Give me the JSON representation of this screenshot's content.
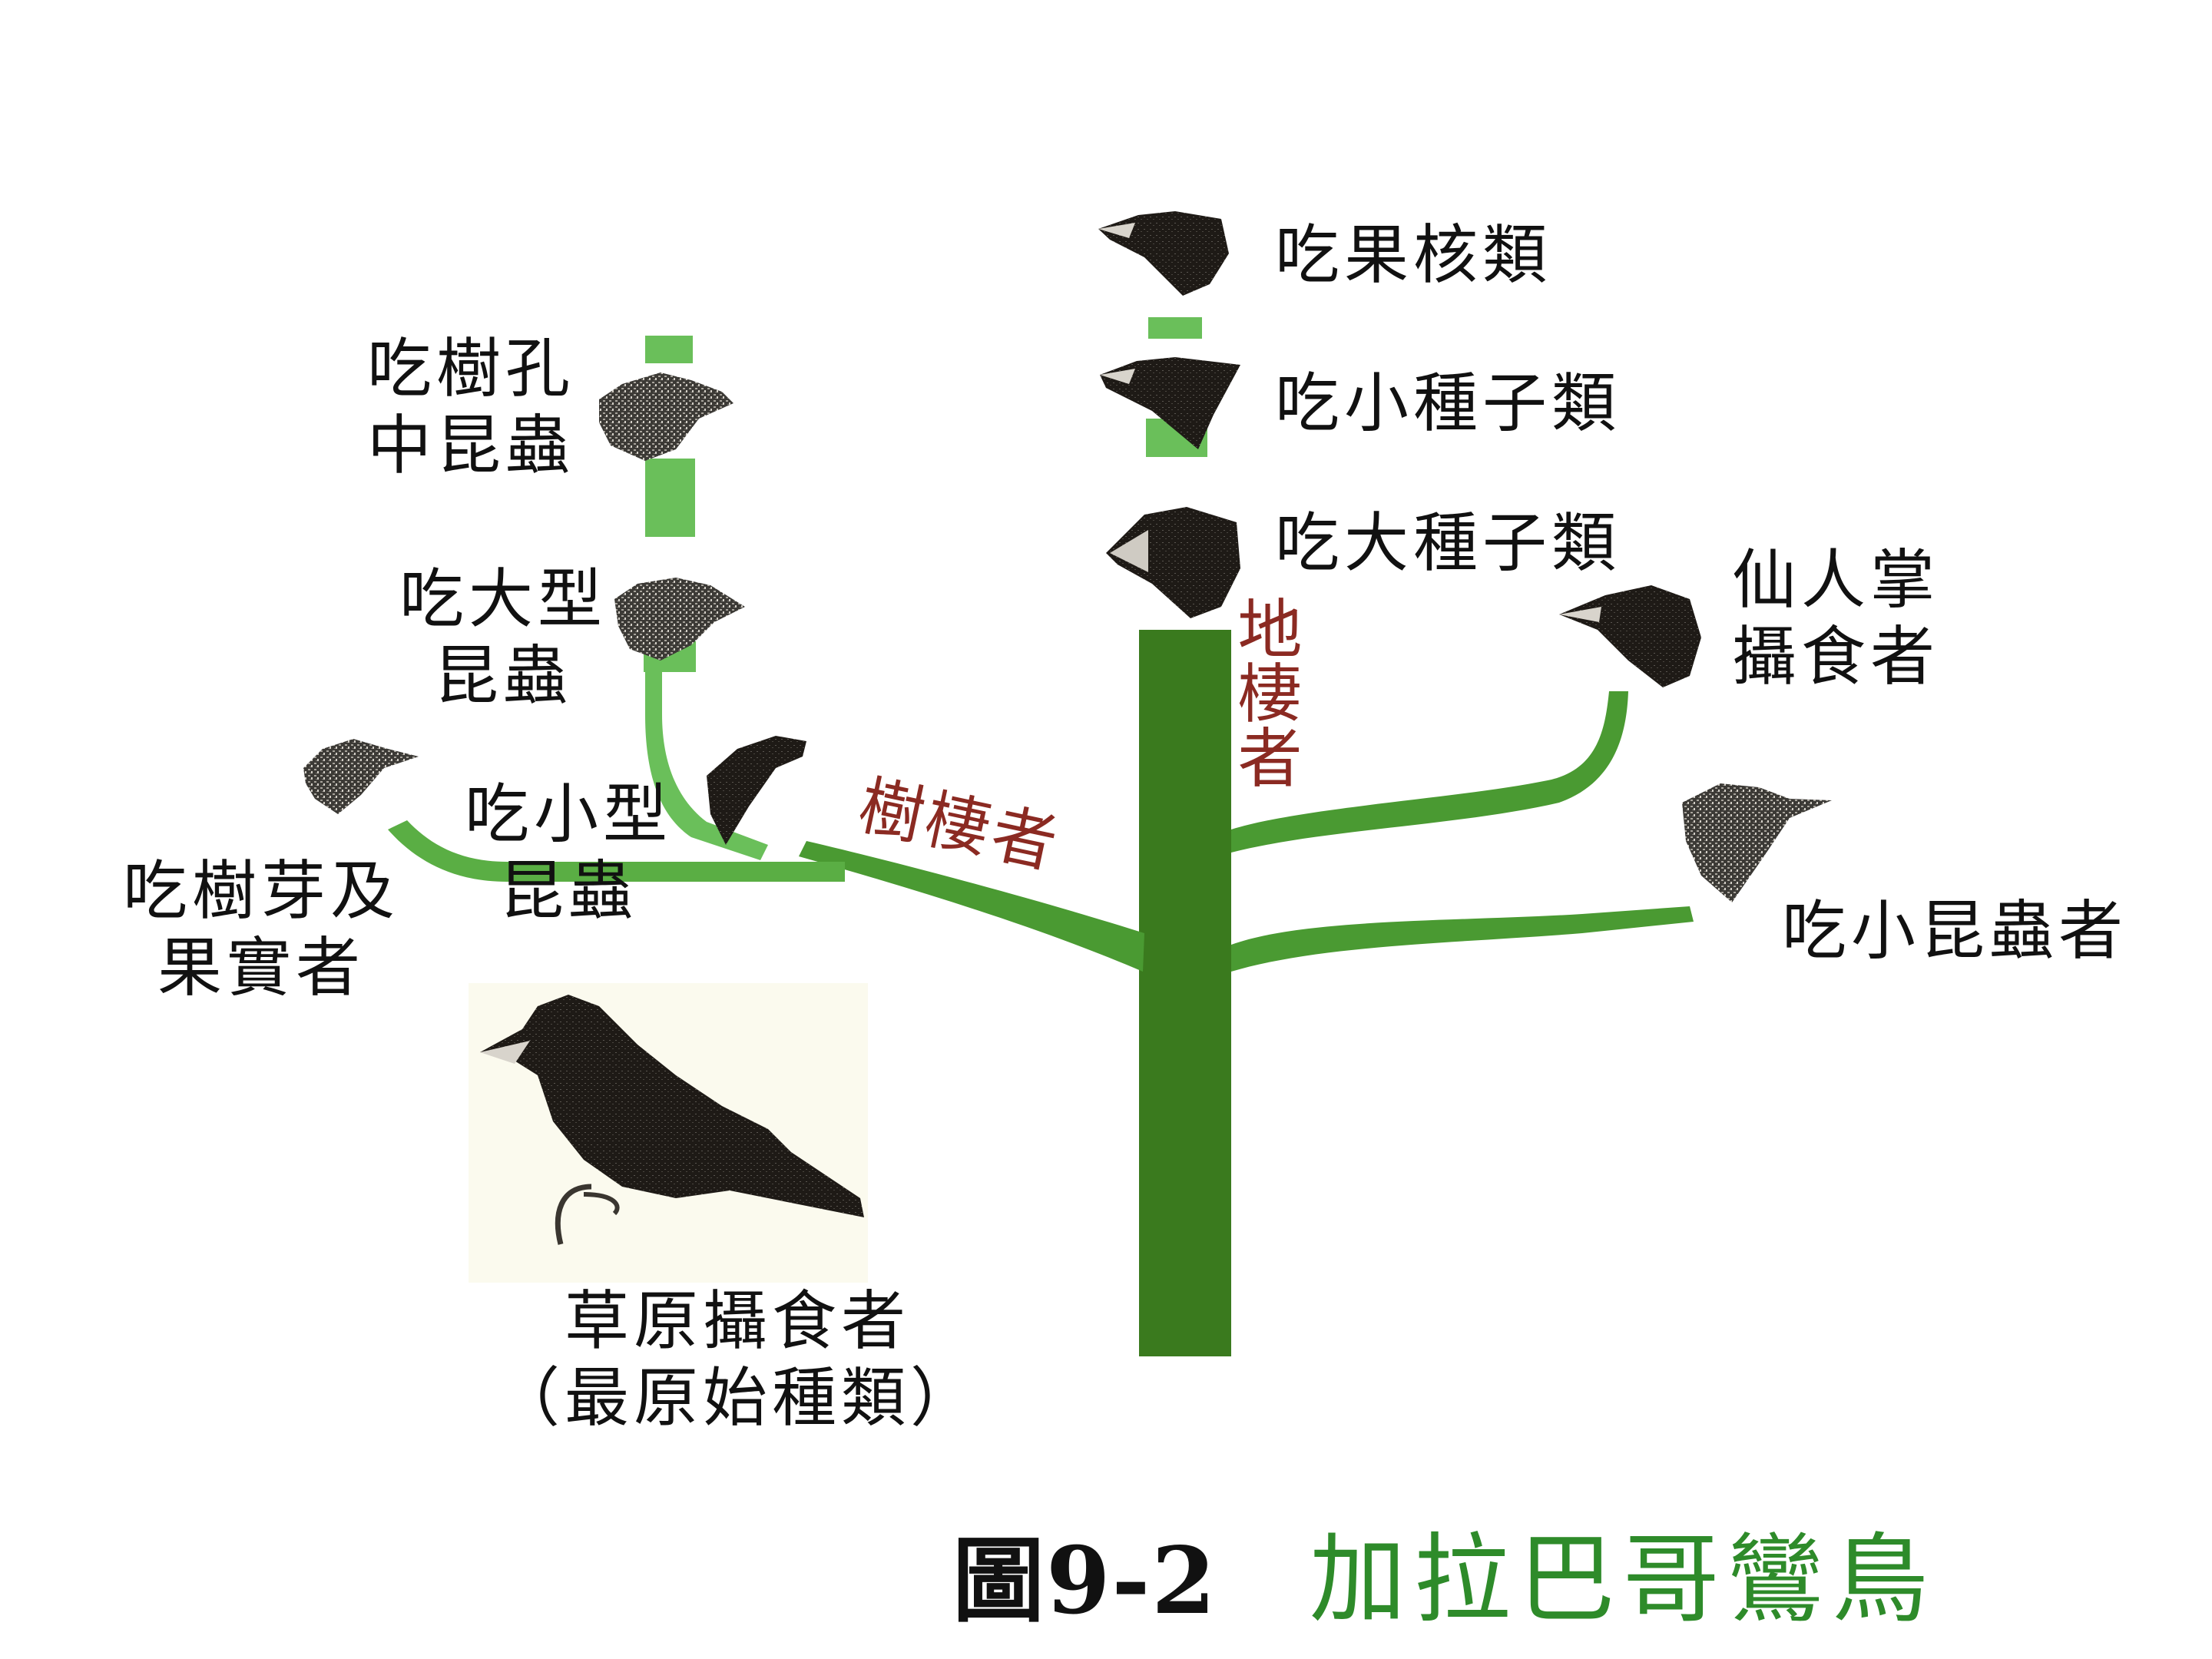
{
  "figure": {
    "number": "圖9-2",
    "title": "加拉巴哥鸞鳥"
  },
  "colors": {
    "trunk": "#3a7a1e",
    "branch": "#4a9a32",
    "light_branch": "#6abf5a",
    "group_label": "#8b2a22",
    "caption_title": "#2e8b2a",
    "text": "#111111"
  },
  "groups": {
    "tree_dwellers": "樹棲者",
    "ground_dwellers": "地棲者"
  },
  "ancestor": {
    "line1": "草原攝食者",
    "line2": "（最原始種類）"
  },
  "species": {
    "fruit_pit": {
      "label": "吃果核類"
    },
    "small_seed": {
      "label": "吃小種子類"
    },
    "large_seed": {
      "label": "吃大種子類"
    },
    "cactus": {
      "line1": "仙人掌",
      "line2": "攝食者"
    },
    "small_insect": {
      "label": "吃小昆蟲者"
    },
    "tree_hole_insect": {
      "line1": "吃樹孔",
      "line2": "中昆蟲"
    },
    "large_insect": {
      "line1": "吃大型",
      "line2": "昆蟲"
    },
    "small_insect_tree": {
      "line1": "吃小型",
      "line2": "昆蟲"
    },
    "bud_fruit": {
      "line1": "吃樹芽及",
      "line2": "果實者"
    }
  }
}
